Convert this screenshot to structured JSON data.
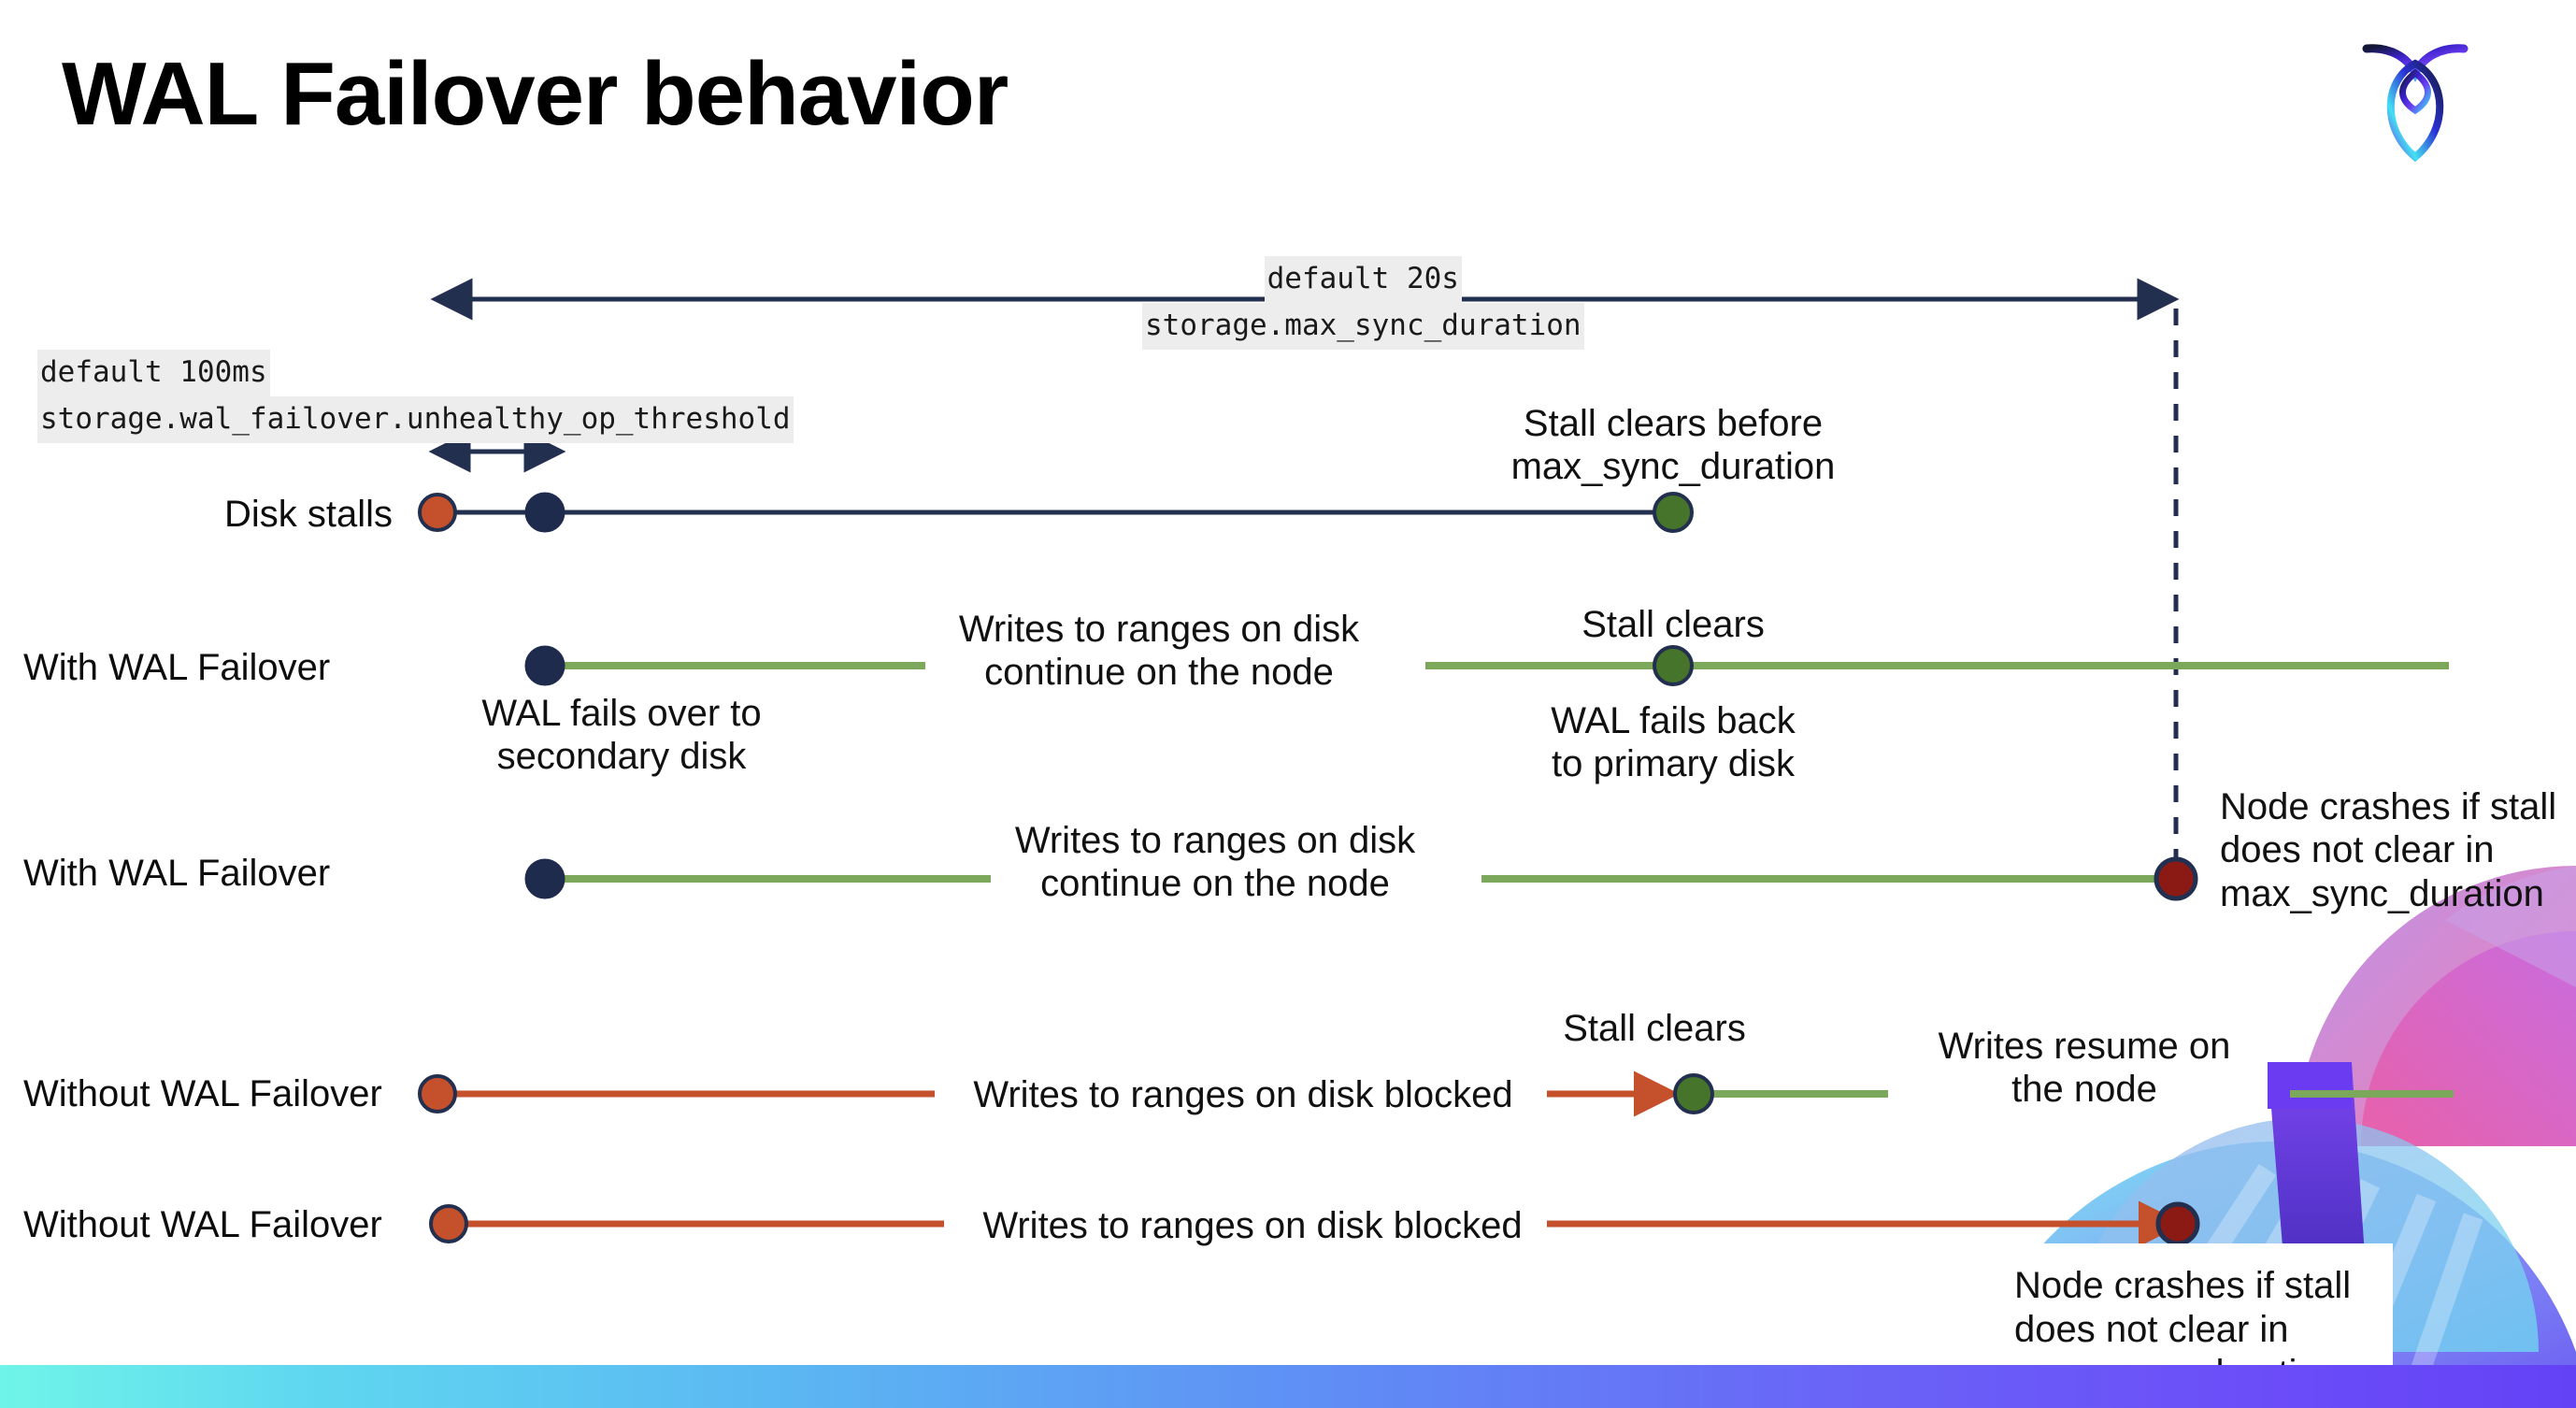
{
  "slide": {
    "title": "WAL Failover behavior",
    "logo_name": "cockroachdb-logo"
  },
  "colors": {
    "navy": "#222F4E",
    "orange_red": "#C4502C",
    "green_line": "#7BA85A",
    "green_dot": "#45742A",
    "dark_red": "#8B1A15",
    "code_bg": "#ededed",
    "gradient_start": "#6FF4E8",
    "gradient_end": "#6342F6"
  },
  "settings": {
    "max_sync": {
      "default": "default 20s",
      "name": "storage.max_sync_duration"
    },
    "unhealthy_threshold": {
      "default": "default 100ms",
      "name": "storage.wal_failover.unhealthy_op_threshold"
    }
  },
  "rows": [
    {
      "label": "Disk stalls",
      "notes": [
        "Stall clears before\nmax_sync_duration"
      ]
    },
    {
      "label": "With WAL Failover",
      "notes": [
        "Writes to ranges on disk\ncontinue on the node",
        "Stall clears",
        "WAL fails over to\nsecondary disk",
        "WAL fails  back\nto primary disk"
      ]
    },
    {
      "label": "With WAL Failover",
      "notes": [
        "Writes to ranges on disk\ncontinue on the node",
        "Node crashes if stall\ndoes not clear in\nmax_sync_duration"
      ]
    },
    {
      "label": "Without WAL Failover",
      "notes": [
        "Writes to ranges on disk  blocked",
        "Stall clears",
        "Writes resume on\nthe node"
      ]
    },
    {
      "label": "Without WAL Failover",
      "notes": [
        "Writes to ranges on disk  blocked",
        "Node crashes if stall\ndoes not clear in\nmax_sync_duration"
      ]
    }
  ]
}
